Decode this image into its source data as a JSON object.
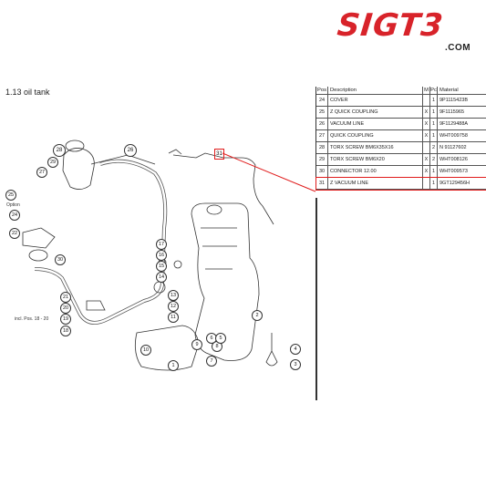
{
  "brand": {
    "logo_text": "SIGT3",
    "domain": ".COM"
  },
  "section_title": "1.13  oil tank",
  "table": {
    "headers": {
      "no": "Pos",
      "description": "Description",
      "m": "M",
      "pc": "Pc",
      "material": "Material"
    },
    "rows": [
      {
        "no": "24",
        "description": "COVER",
        "m": "",
        "pc": "1",
        "material": "9P1115423B"
      },
      {
        "no": "25",
        "description": "Z QUICK COUPLING",
        "m": "X",
        "pc": "1",
        "material": "9F1115965"
      },
      {
        "no": "26",
        "description": "VACUUM LINE",
        "m": "X",
        "pc": "1",
        "material": "9F1129488A"
      },
      {
        "no": "27",
        "description": "QUICK COUPLING",
        "m": "X",
        "pc": "1",
        "material": "WHT009758"
      },
      {
        "no": "28",
        "description": "TORX SCREW BM6X35X16",
        "m": "",
        "pc": "2",
        "material": "N 91127602"
      },
      {
        "no": "29",
        "description": "TORX SCREW BM6X20",
        "m": "X",
        "pc": "2",
        "material": "WHT008126"
      },
      {
        "no": "30",
        "description": "CONNECTOR 12.00",
        "m": "X",
        "pc": "1",
        "material": "WHT009573"
      },
      {
        "no": "31",
        "description": "Z VACUUM LINE",
        "m": "",
        "pc": "1",
        "material": "9GT129456H",
        "highlight": true
      }
    ]
  },
  "diagram": {
    "callout_highlight": "31",
    "markers": [
      "28",
      "26",
      "27",
      "29",
      "25",
      "24",
      "22",
      "30",
      "21",
      "20",
      "19",
      "18",
      "17",
      "16",
      "15",
      "14",
      "13",
      "12",
      "11",
      "10",
      "9",
      "8",
      "7",
      "6",
      "5",
      "4",
      "3",
      "2",
      "1"
    ],
    "notes": {
      "option": "Option",
      "incl": "incl. Pos. 18 - 20"
    }
  },
  "colors": {
    "brand_red": "#d8232a",
    "highlight_red": "#e01b1b",
    "line": "#333333"
  }
}
